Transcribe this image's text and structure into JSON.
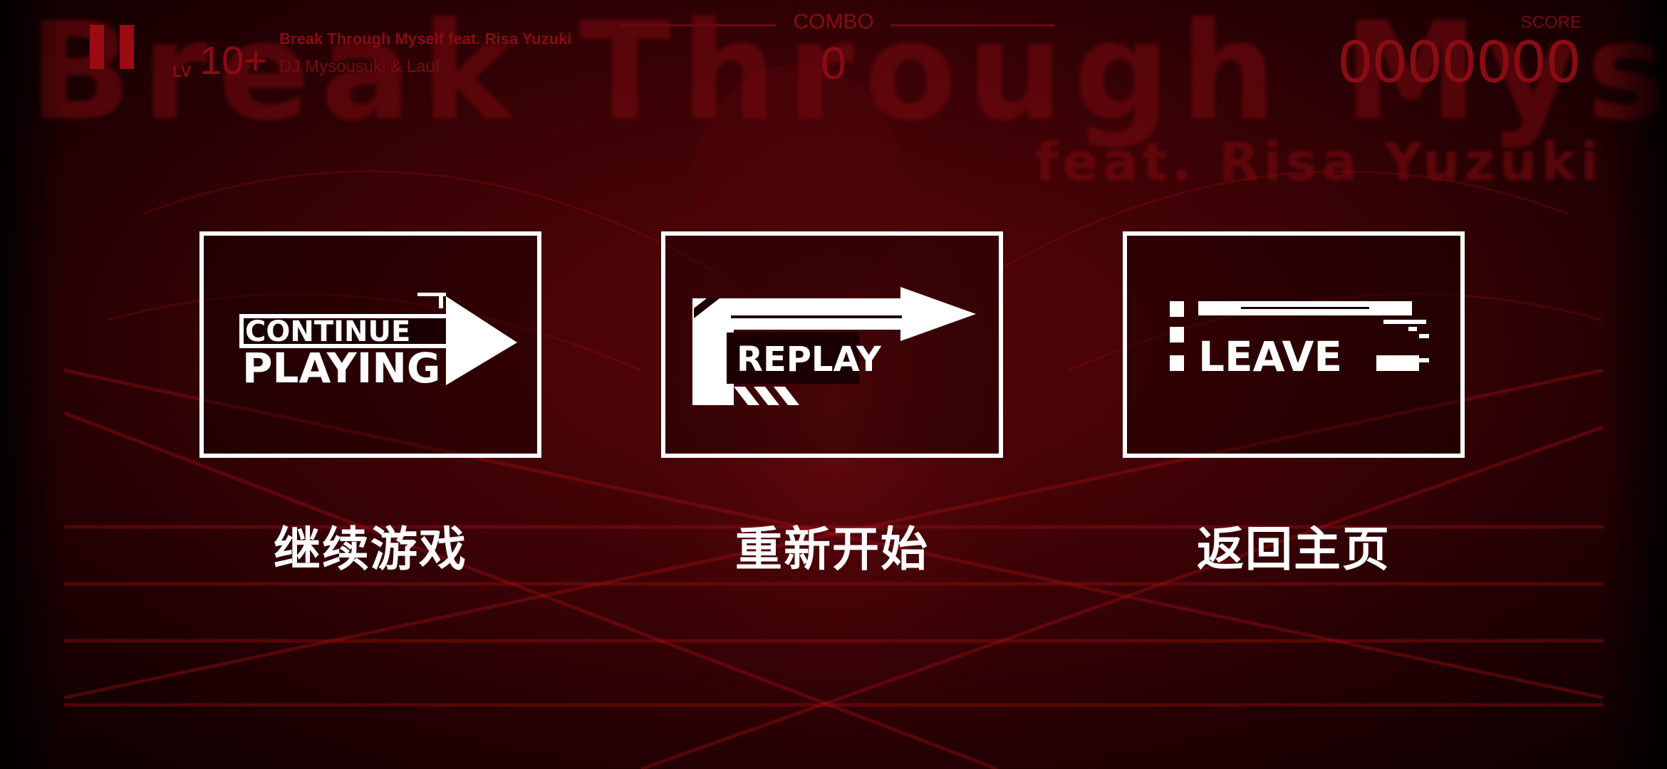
{
  "hud": {
    "pause_icon": "pause-icon",
    "level_prefix": "LV",
    "level_value": "10+",
    "song_title": "Break Through Myself feat. Risa Yuzuki",
    "song_artist": "DJ Mysousuki & Lauf",
    "combo_label": "COMBO",
    "combo_value": "0",
    "score_label": "SCORE",
    "score_value": "0000000"
  },
  "background": {
    "title": "Break Through Myself",
    "subtitle": "feat. Risa Yuzuki"
  },
  "menu": {
    "continue": {
      "logo_line1": "CONTINUE",
      "logo_line2": "PLAYING",
      "caption": "继续游戏"
    },
    "replay": {
      "logo_text": "REPLAY",
      "caption": "重新开始"
    },
    "leave": {
      "logo_text": "LEAVE",
      "caption": "返回主页"
    }
  },
  "colors": {
    "background_red": "#3a0205",
    "hud_red": "#8a0b12",
    "tile_border": "#ffffff",
    "caption_text": "#ffffff"
  }
}
